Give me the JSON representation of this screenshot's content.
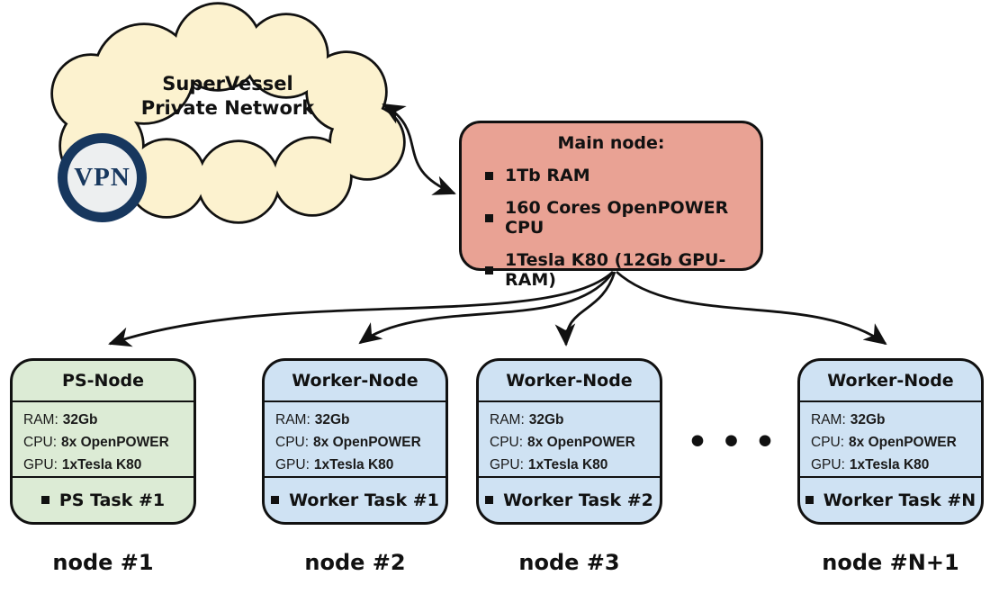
{
  "diagram": {
    "cloud": {
      "line1": "SuperVessel",
      "line2": "Private Network",
      "fill": "#FCF2CF",
      "stroke": "#111111"
    },
    "vpn": {
      "label": "VPN",
      "ring_color": "#17375E",
      "inner_color": "#EDEFF0"
    },
    "main_node": {
      "title": "Main node:",
      "items": [
        "1Tb RAM",
        "160 Cores OpenPOWER CPU",
        "1Tesla K80 (12Gb GPU-RAM)"
      ],
      "fill": "#E9A294"
    },
    "nodes": [
      {
        "title": "PS-Node",
        "specs": [
          {
            "label": "RAM:",
            "value": "32Gb"
          },
          {
            "label": "CPU:",
            "value": "8x OpenPOWER"
          },
          {
            "label": "GPU:",
            "value": "1xTesla K80"
          }
        ],
        "task": "PS Task #1",
        "caption": "node #1",
        "fill": "#DCEBD5"
      },
      {
        "title": "Worker-Node",
        "specs": [
          {
            "label": "RAM:",
            "value": "32Gb"
          },
          {
            "label": "CPU:",
            "value": "8x OpenPOWER"
          },
          {
            "label": "GPU:",
            "value": "1xTesla K80"
          }
        ],
        "task": "Worker Task #1",
        "caption": "node #2",
        "fill": "#CFE2F3"
      },
      {
        "title": "Worker-Node",
        "specs": [
          {
            "label": "RAM:",
            "value": "32Gb"
          },
          {
            "label": "CPU:",
            "value": "8x OpenPOWER"
          },
          {
            "label": "GPU:",
            "value": "1xTesla K80"
          }
        ],
        "task": "Worker Task #2",
        "caption": "node #3",
        "fill": "#CFE2F3"
      },
      {
        "title": "Worker-Node",
        "specs": [
          {
            "label": "RAM:",
            "value": "32Gb"
          },
          {
            "label": "CPU:",
            "value": "8x OpenPOWER"
          },
          {
            "label": "GPU:",
            "value": "1xTesla K80"
          }
        ],
        "task": "Worker Task #N",
        "caption": "node #N+1",
        "fill": "#CFE2F3"
      }
    ],
    "ellipsis": "• • •"
  }
}
